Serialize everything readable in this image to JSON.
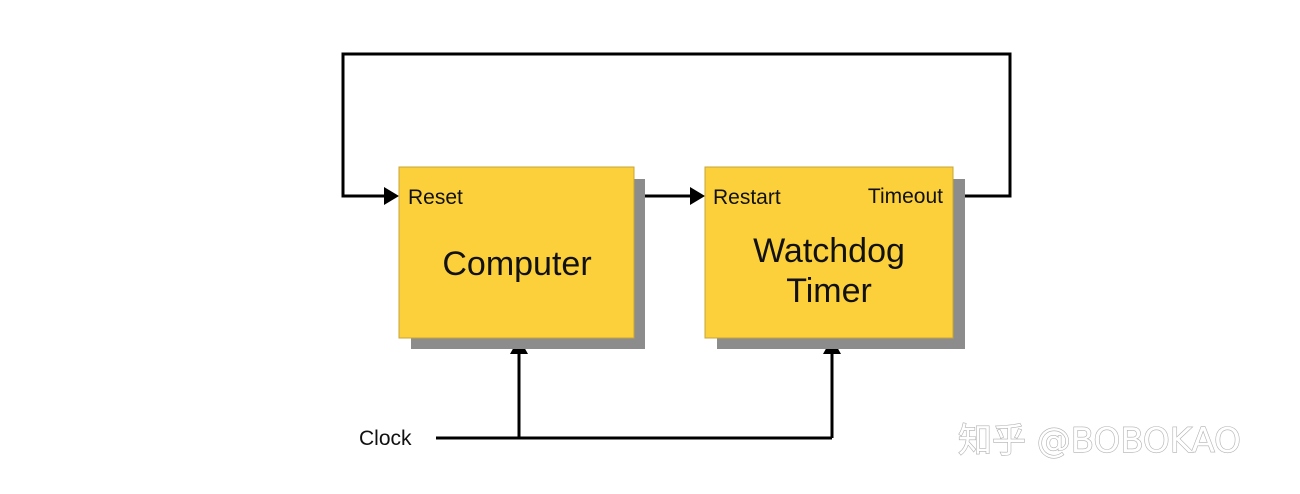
{
  "blocks": {
    "computer": {
      "title": "Computer",
      "port_reset": "Reset"
    },
    "watchdog": {
      "title_line1": "Watchdog",
      "title_line2": "Timer",
      "port_restart": "Restart",
      "port_timeout": "Timeout"
    }
  },
  "inputs": {
    "clock": "Clock"
  },
  "watermark": "知乎 @BOBOKAO",
  "colors": {
    "block_fill": "#fbd03b",
    "shadow": "#8c8c8c",
    "wire": "#000000"
  }
}
